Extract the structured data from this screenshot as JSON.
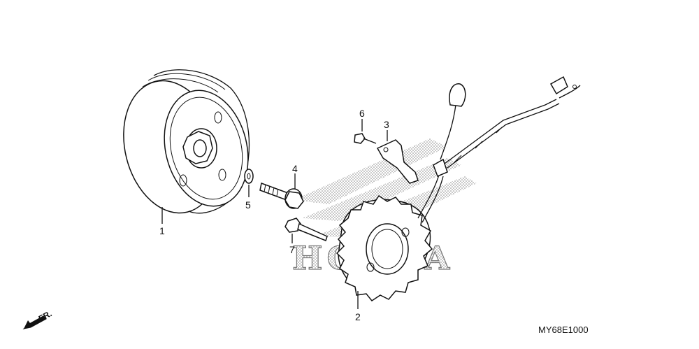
{
  "diagram": {
    "watermark": "HONDA",
    "reference_code": "MY68E1000",
    "direction_label": "FR.",
    "parts": [
      {
        "number": "1"
      },
      {
        "number": "2"
      },
      {
        "number": "3"
      },
      {
        "number": "4"
      },
      {
        "number": "5"
      },
      {
        "number": "6"
      },
      {
        "number": "7"
      }
    ]
  }
}
